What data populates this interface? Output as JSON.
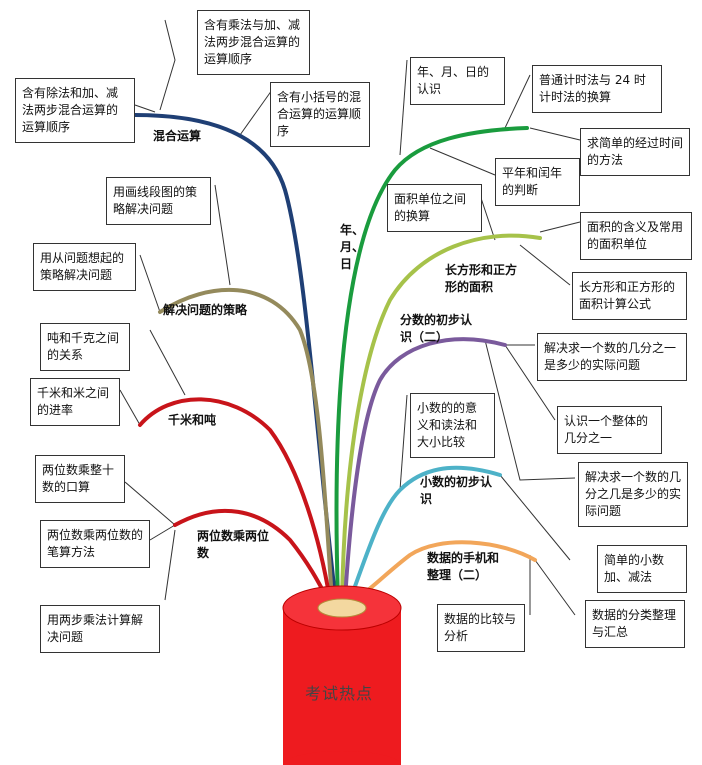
{
  "center_label": "考试热点",
  "branches": {
    "mixed": "混合运算",
    "time": "年、月、日",
    "area": "长方形和正方形的面积",
    "fraction": "分数的初步认识（二）",
    "decimal": "小数的初步认识",
    "data": "数据的手机和整理（二）",
    "strategy": "解决问题的策略",
    "weight": "千米和吨",
    "multiply": "两位数乘两位数"
  },
  "boxes": {
    "mixed_mul": "含有乘法与加、减法两步混合运算的运算顺序",
    "mixed_div": "含有除法和加、减法两步混合运算的运算顺序",
    "mixed_paren": "含有小括号的混合运算的运算顺序",
    "time_ymd": "年、月、日的认识",
    "time_24": "普通计时法与 24 时计时法的换算",
    "time_elapsed": "求简单的经过时间的方法",
    "time_leap": "平年和闰年的判断",
    "area_convert": "面积单位之间的换算",
    "area_meaning": "面积的含义及常用的面积单位",
    "area_formula": "长方形和正方形的面积计算公式",
    "frac_a": "解决求一个数的几分之一是多少的实际问题",
    "frac_b": "认识一个整体的几分之一",
    "frac_c": "解决求一个数的几分之几是多少的实际问题",
    "dec_meaning": "小数的的意义和读法和大小比较",
    "dec_add": "简单的小数加、减法",
    "data_compare": "数据的比较与分析",
    "data_sort": "数据的分类整理与汇总",
    "strat_line": "用画线段图的策略解决问题",
    "strat_back": "用从问题想起的策略解决问题",
    "weight_t": "吨和千克之间的关系",
    "weight_km": "千米和米之间的进率",
    "mul_oral": "两位数乘整十数的口算",
    "mul_written": "两位数乘两位数的笔算方法",
    "mul_two": "用两步乘法计算解决问题"
  }
}
